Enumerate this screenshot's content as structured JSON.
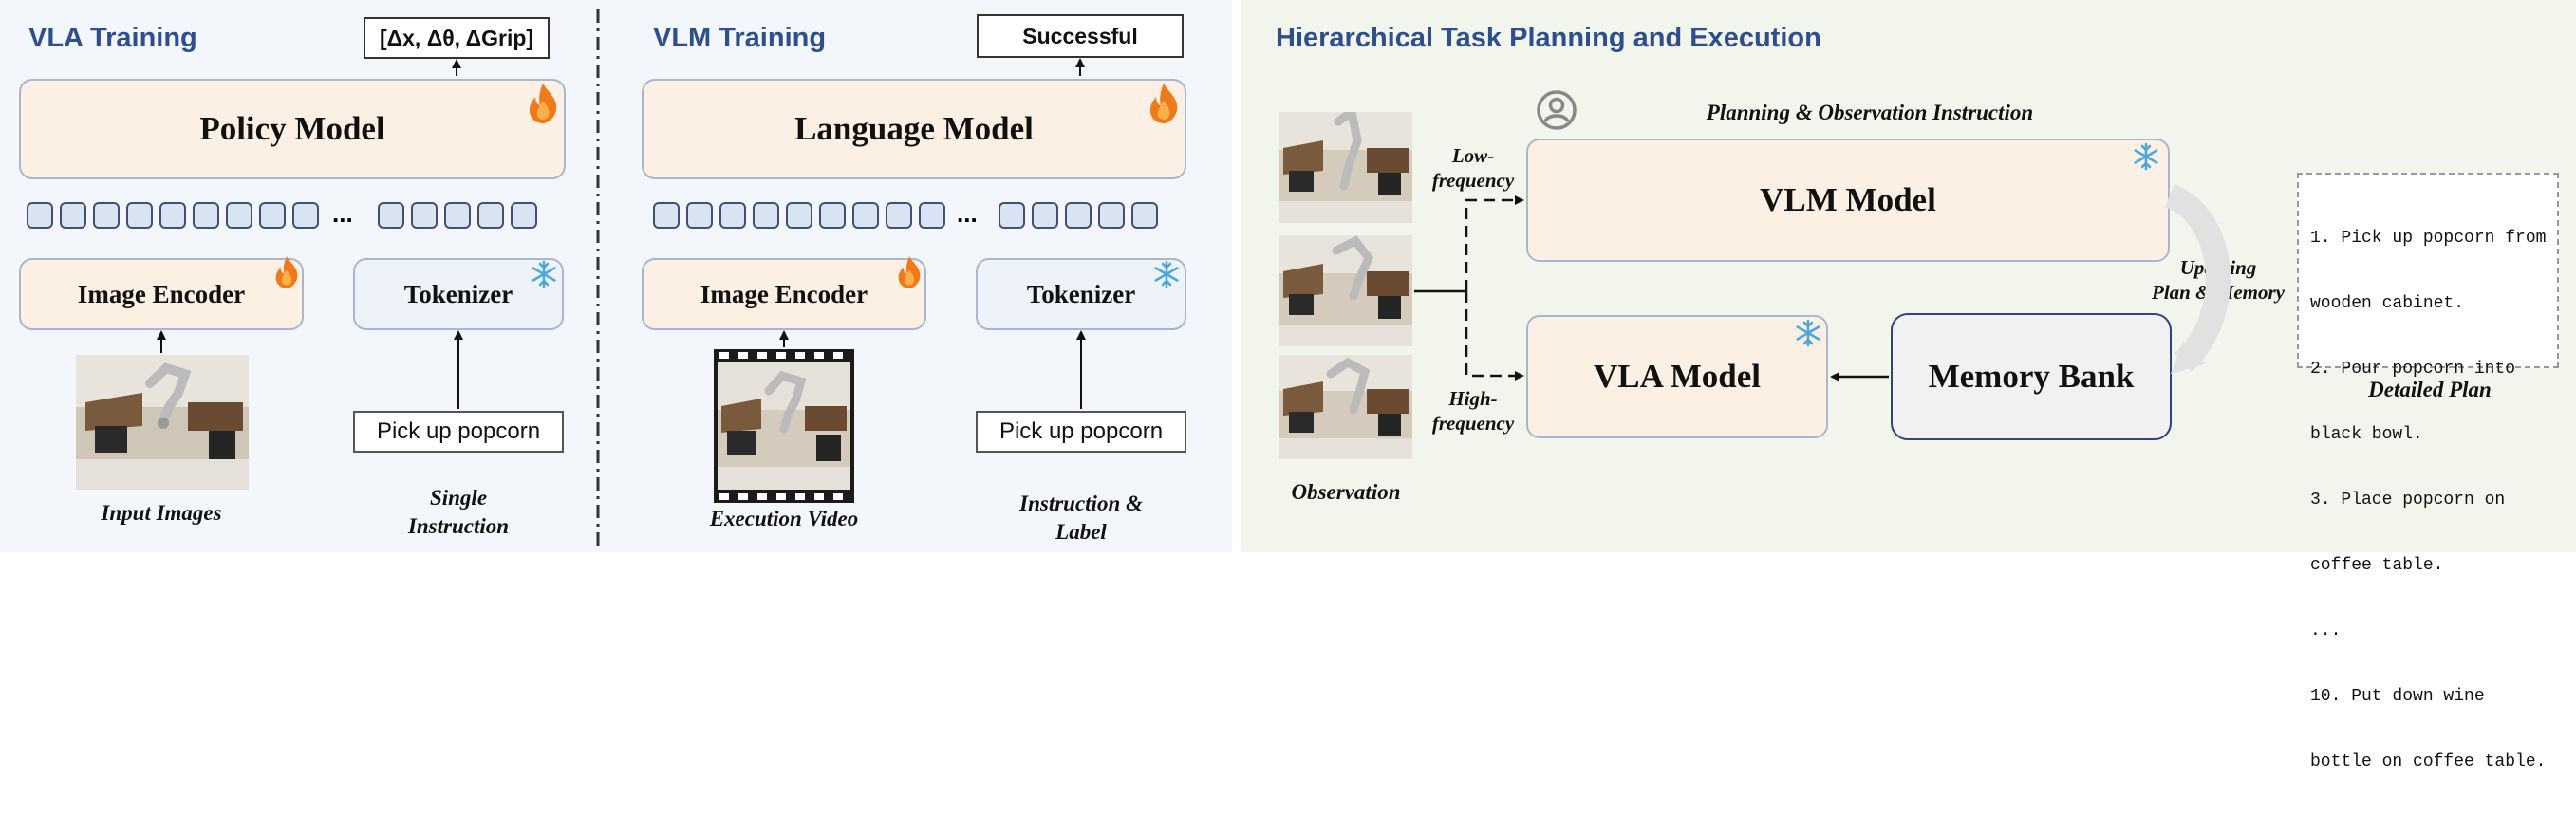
{
  "vla_training": {
    "title": "VLA Training",
    "output": "[Δx, Δθ, ΔGrip]",
    "policy_model": "Policy Model",
    "image_encoder": "Image Encoder",
    "tokenizer": "Tokenizer",
    "instruction": "Pick up popcorn",
    "caption_images": "Input Images",
    "caption_instruction_line1": "Single",
    "caption_instruction_line2": "Instruction",
    "ellipsis": "..."
  },
  "vlm_training": {
    "title": "VLM Training",
    "output": "Successful",
    "language_model": "Language Model",
    "image_encoder": "Image Encoder",
    "tokenizer": "Tokenizer",
    "instruction": "Pick up popcorn",
    "caption_video": "Execution Video",
    "caption_instruction_line1": "Instruction &",
    "caption_instruction_line2": "Label",
    "ellipsis": "..."
  },
  "planning": {
    "title": "Hierarchical Task Planning and Execution",
    "planning_label": "Planning & Observation Instruction",
    "vlm_model": "VLM Model",
    "vla_model": "VLA Model",
    "memory_bank": "Memory Bank",
    "low_frequency_line1": "Low-",
    "low_frequency_line2": "frequency",
    "high_frequency_line1": "High-",
    "high_frequency_line2": "frequency",
    "updating_line1": "Updating",
    "updating_line2": "Plan & Memory",
    "observation_caption": "Observation",
    "plan_caption": "Detailed Plan",
    "plan_lines": [
      "1. Pick up popcorn from",
      "wooden cabinet.",
      "2. Pour popcorn into",
      "black bowl.",
      "3. Place popcorn on",
      "coffee table.",
      "...",
      "10. Put down wine",
      "bottle on coffee table."
    ]
  },
  "icons": {
    "fire": "fire-icon",
    "snowflake": "snowflake-icon",
    "user": "user-icon"
  },
  "colors": {
    "trainable_fill": "#fcf0e4",
    "frozen_fill": "#eef3fa",
    "panel_left": "#f3f6fb",
    "panel_right": "#f1f5ec",
    "title": "#2f4f8c",
    "fire": "#f07a1a",
    "snowflake": "#4aa6dc"
  }
}
